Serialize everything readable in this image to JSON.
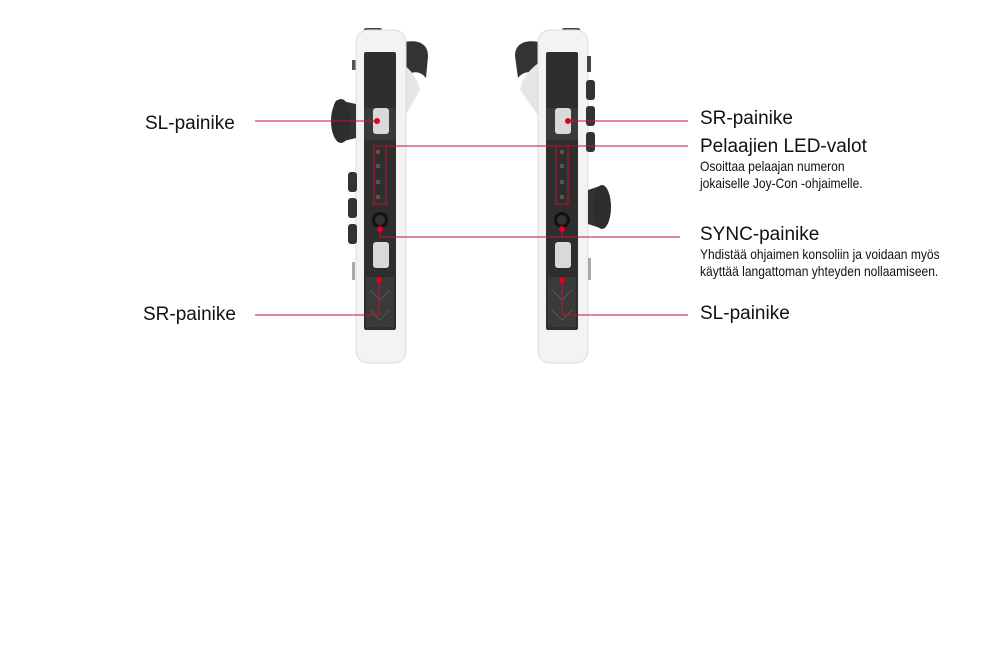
{
  "labels": {
    "left_sl": "SL-painike",
    "left_sr": "SR-painike",
    "right_sr": "SR-painike",
    "led": {
      "title": "Pelaajien LED-valot",
      "desc_1": "Osoittaa pelaajan numeron",
      "desc_2": "jokaiselle Joy-Con -ohjaimelle."
    },
    "sync": {
      "title": "SYNC-painike",
      "desc_1": "Yhdistää ohjaimen konsoliin ja voidaan myös",
      "desc_2": "käyttää langattoman yhteyden nollaamiseen."
    },
    "right_sl": "SL-painike"
  },
  "button_marks": {
    "left_top": "SL",
    "left_bottom": "SR",
    "right_top": "SR",
    "right_bottom": "SL"
  },
  "colors": {
    "callout": "#c8102e",
    "body": "#f2f2f2",
    "rail": "#2e2e2e",
    "button": "#d9d9d9"
  }
}
